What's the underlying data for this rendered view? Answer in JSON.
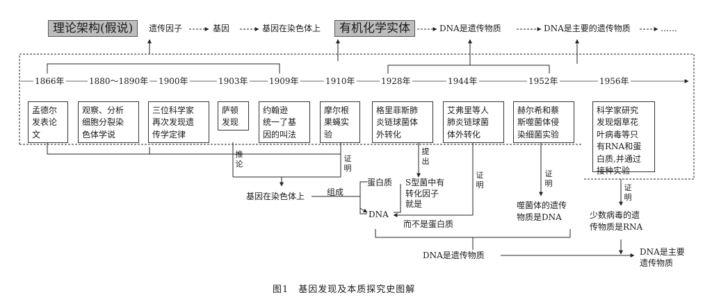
{
  "top": {
    "theory_box": "理论架构(假说)",
    "factor": "遗传因子",
    "gene": "基因",
    "gene_on_chromosome": "基因在染色体上",
    "molecular_box": "有机化学实体",
    "dna_material": "DNA是遗传物质",
    "dna_main_material": "DNA是主要的遗传物质",
    "ellipsis": "……"
  },
  "timeline": [
    "1866年",
    "1880～1890年",
    "1900年",
    "1903年",
    "1909年",
    "1910年",
    "1928年",
    "1944年",
    "1952年",
    "1956年"
  ],
  "boxes": [
    [
      "孟德尔",
      "发表论",
      "文"
    ],
    [
      "观察、分析",
      "细胞分裂染",
      "色体学说"
    ],
    [
      "三位科学家",
      "再次发现遗",
      "传学定律"
    ],
    [
      "萨顿",
      "发现"
    ],
    [
      "约翰逊",
      "统一了基",
      "因的叫法"
    ],
    [
      "摩尔根",
      "果蝇实",
      "验"
    ],
    [
      "格里菲斯肺",
      "炎链球菌体",
      "外转化"
    ],
    [
      "艾弗里等人",
      "肺炎链球菌",
      "体外转化"
    ],
    [
      "赫尔希和蔡",
      "斯噬菌体侵",
      "染细菌实验"
    ],
    [
      "科学家研究",
      "发现烟草花",
      "叶病毒等只",
      "有RNA和蛋",
      "白质,并通过",
      "接种实验"
    ]
  ],
  "bottom": {
    "infer": "推论",
    "prove": "证明",
    "propose": "提出",
    "gene_on_chromosome": "基因在染色体上",
    "compose": "组成",
    "protein": "蛋白质",
    "dna": "DNA",
    "s_strain": [
      "S型菌中有",
      "转化因子",
      "就是"
    ],
    "not_protein": "而不是蛋白质",
    "phage_result": [
      "噬菌体的遗传",
      "物质是DNA"
    ],
    "virus_result": [
      "少数病毒的遗",
      "传物质是RNA"
    ],
    "dna_material": "DNA是遗传物质",
    "dna_main": [
      "DNA是主要",
      "遗传物质"
    ]
  },
  "caption": "图1　基因发现及本质探究史图解"
}
